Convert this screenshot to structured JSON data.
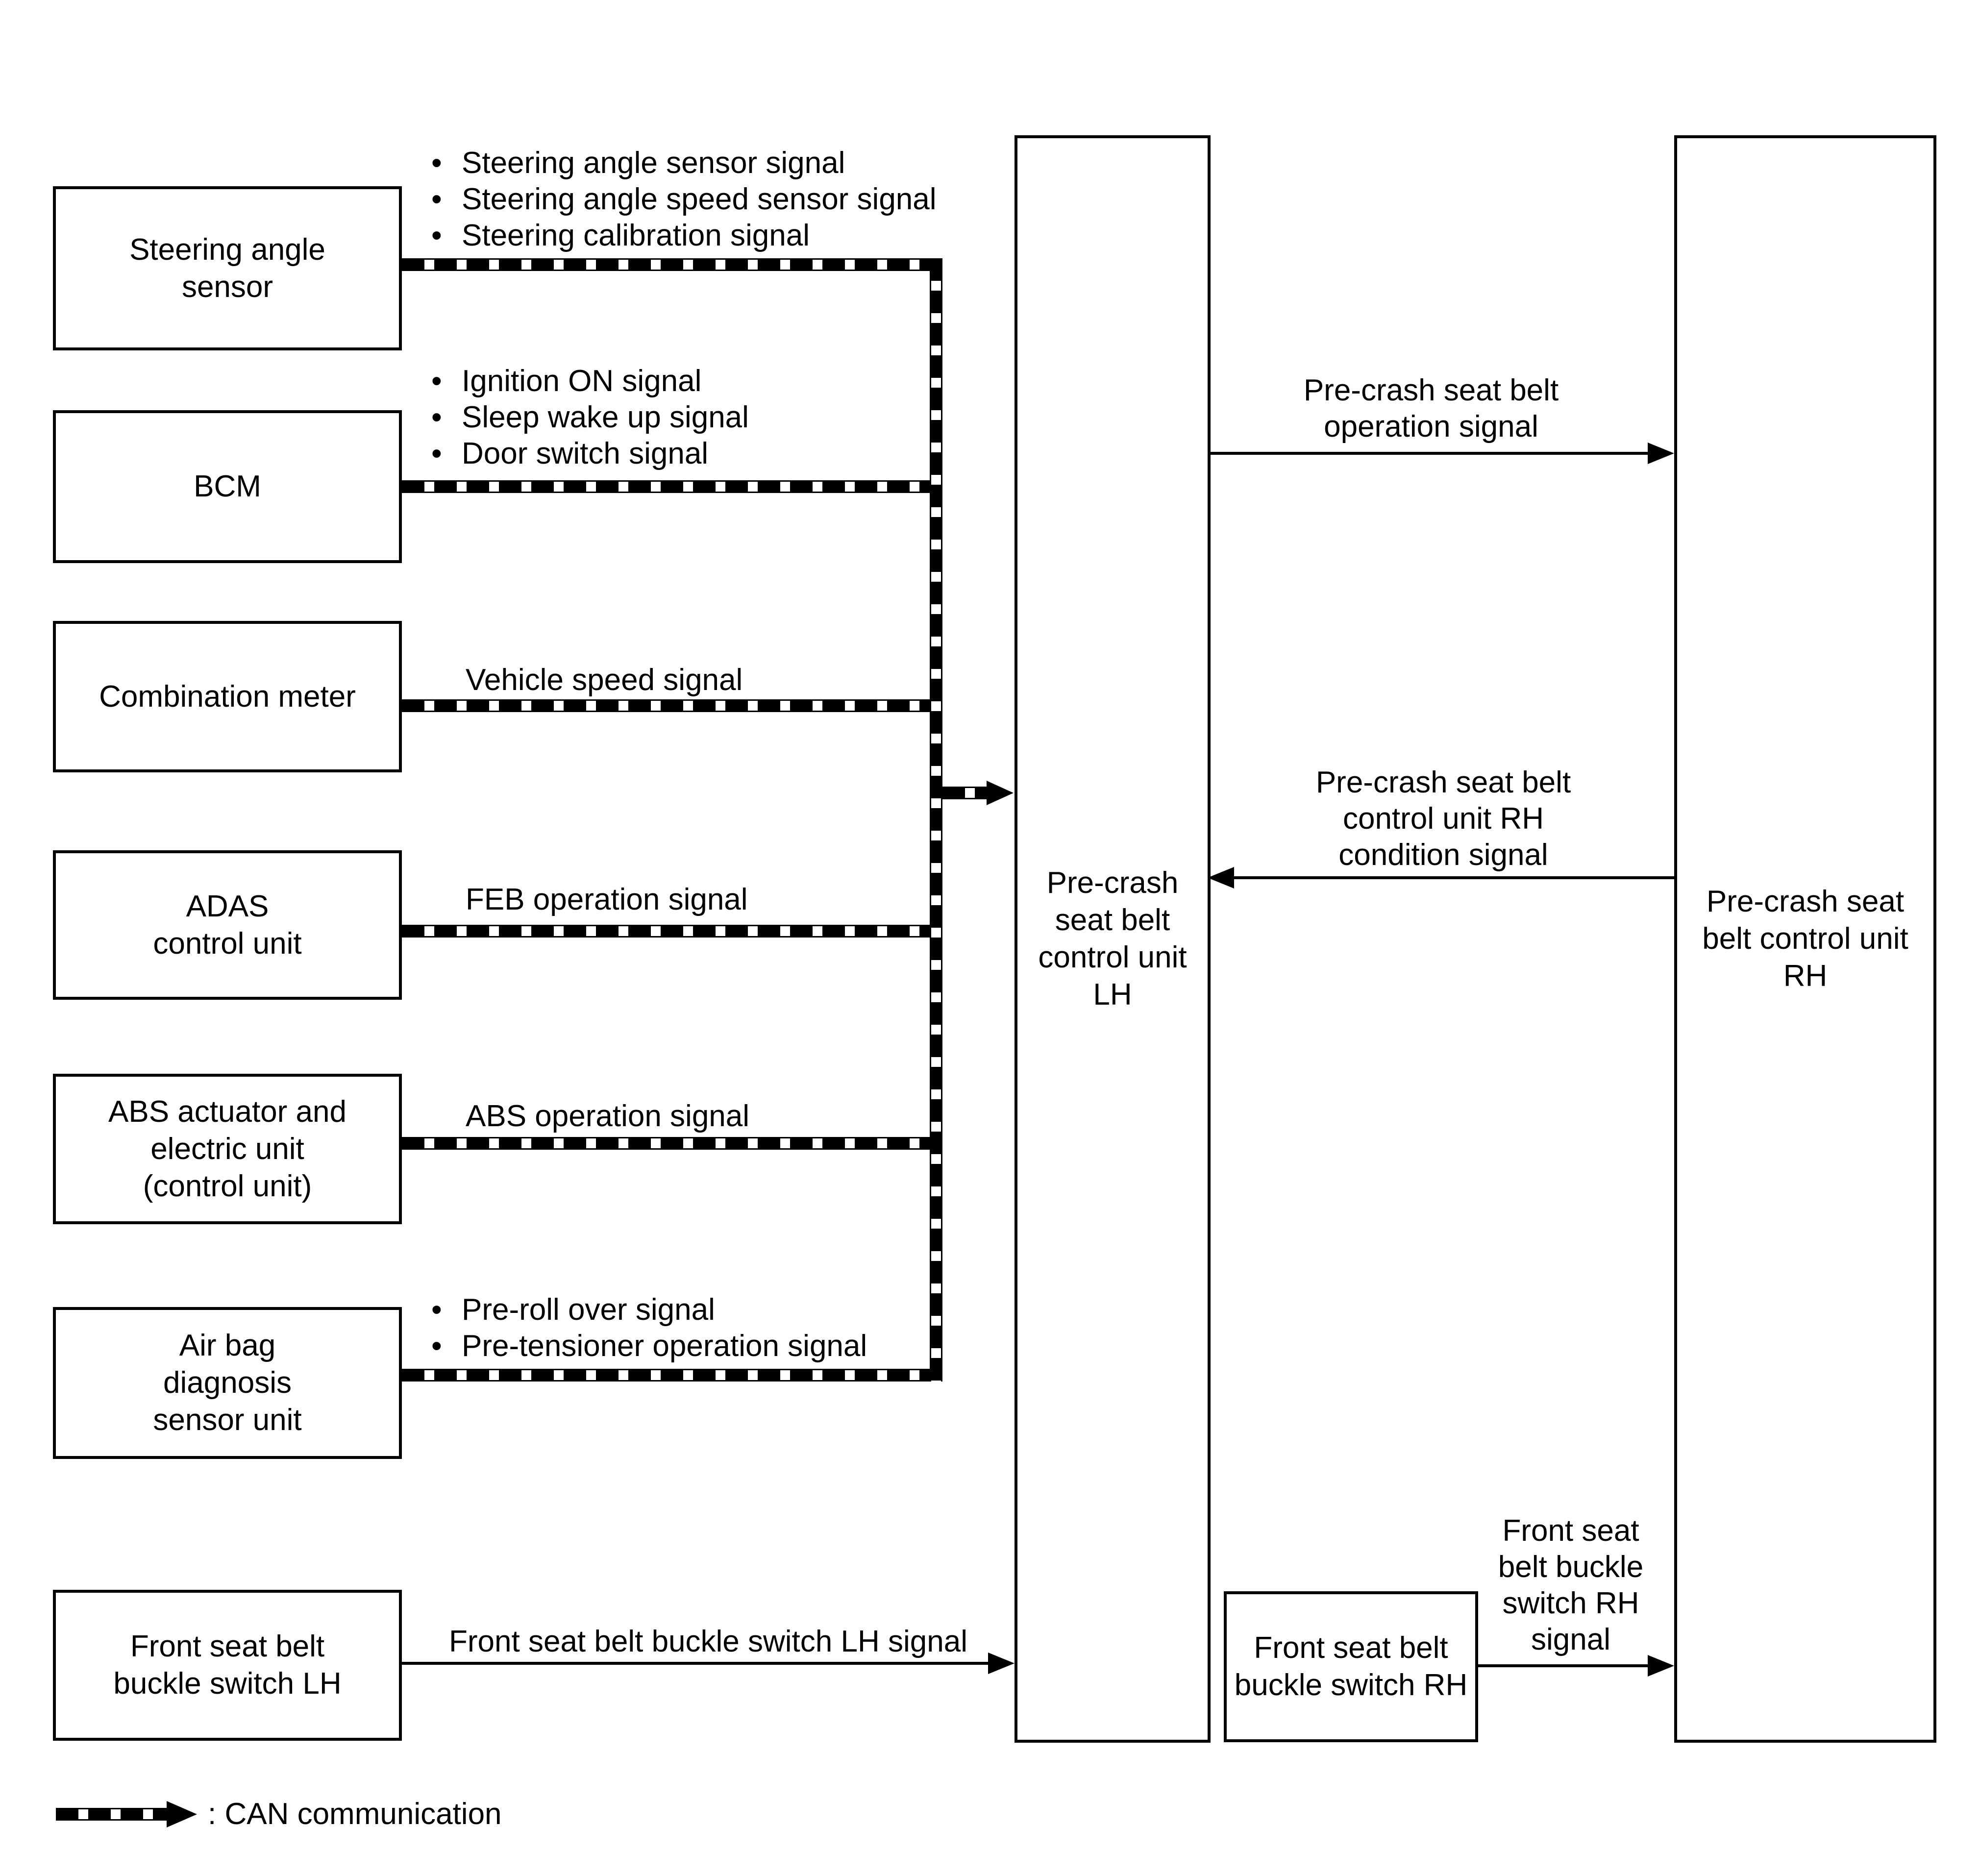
{
  "colors": {
    "ink": "#000000",
    "background": "#ffffff"
  },
  "glyphs": {
    "bullet": "•"
  },
  "left_units": [
    {
      "label_lines": [
        "Steering angle",
        "sensor"
      ],
      "signals": [
        "Steering angle sensor signal",
        "Steering angle speed sensor signal",
        "Steering calibration signal"
      ]
    },
    {
      "label_lines": [
        "BCM"
      ],
      "signals": [
        "Ignition ON signal",
        "Sleep wake up signal",
        "Door switch signal"
      ]
    },
    {
      "label_lines": [
        "Combination meter"
      ],
      "signals": [
        "Vehicle speed signal"
      ]
    },
    {
      "label_lines": [
        "ADAS",
        "control unit"
      ],
      "signals": [
        "FEB operation signal"
      ]
    },
    {
      "label_lines": [
        "ABS actuator and",
        "electric unit",
        "(control unit)"
      ],
      "signals": [
        "ABS operation signal"
      ]
    },
    {
      "label_lines": [
        "Air bag",
        "diagnosis",
        "sensor unit"
      ],
      "signals": [
        "Pre-roll over signal",
        "Pre-tensioner operation signal"
      ]
    },
    {
      "label_lines": [
        "Front seat belt",
        "buckle switch LH"
      ],
      "signals": [
        "Front seat belt buckle switch LH signal"
      ]
    }
  ],
  "control_units": {
    "lh": {
      "label_lines": [
        "Pre-crash",
        "seat belt",
        "control unit",
        "LH"
      ]
    },
    "rh": {
      "label_lines": [
        "Pre-crash seat",
        "belt control unit",
        "RH"
      ]
    }
  },
  "buckle_rh": {
    "label_lines": [
      "Front seat belt",
      "buckle switch RH"
    ]
  },
  "between_signals": {
    "operation": {
      "lines": [
        "Pre-crash seat belt",
        "operation signal"
      ]
    },
    "condition": {
      "lines": [
        "Pre-crash seat belt",
        "control unit RH",
        "condition signal"
      ]
    },
    "buckle_rh_signal": {
      "lines": [
        "Front seat",
        "belt buckle",
        "switch RH",
        "signal"
      ]
    }
  },
  "legend": {
    "label": ": CAN communication"
  }
}
